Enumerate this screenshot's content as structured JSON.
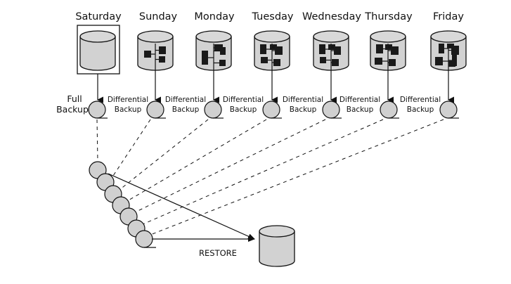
{
  "diagram": {
    "type": "differential-backup-schedule",
    "days": [
      {
        "id": "saturday",
        "label": "Saturday",
        "backup_label_line1": "Full",
        "backup_label_line2": "Backup",
        "backup_type": "full",
        "data_blocks": 0,
        "highlighted": true
      },
      {
        "id": "sunday",
        "label": "Sunday",
        "backup_label_line1": "Differential",
        "backup_label_line2": "Backup",
        "backup_type": "differential",
        "data_blocks": 3,
        "highlighted": false
      },
      {
        "id": "monday",
        "label": "Monday",
        "backup_label_line1": "Differential",
        "backup_label_line2": "Backup",
        "backup_type": "differential",
        "data_blocks": 4,
        "highlighted": false
      },
      {
        "id": "tuesday",
        "label": "Tuesday",
        "backup_label_line1": "Differential",
        "backup_label_line2": "Backup",
        "backup_type": "differential",
        "data_blocks": 5,
        "highlighted": false
      },
      {
        "id": "wednesday",
        "label": "Wednesday",
        "backup_label_line1": "Differential",
        "backup_label_line2": "Backup",
        "backup_type": "differential",
        "data_blocks": 5,
        "highlighted": false
      },
      {
        "id": "thursday",
        "label": "Thursday",
        "backup_label_line1": "Differential",
        "backup_label_line2": "Backup",
        "backup_type": "differential",
        "data_blocks": 5,
        "highlighted": false
      },
      {
        "id": "friday",
        "label": "Friday",
        "backup_label_line1": "",
        "backup_label_line2": "",
        "backup_type": "differential",
        "data_blocks": 6,
        "highlighted": false
      }
    ],
    "restore": {
      "label": "RESTORE",
      "sources": [
        "Full Backup",
        "Latest Differential Backup"
      ]
    },
    "colors": {
      "fill": "#d2d2d2",
      "stroke": "#111111",
      "data_block": "#1a1a1a",
      "background": "#ffffff"
    }
  }
}
